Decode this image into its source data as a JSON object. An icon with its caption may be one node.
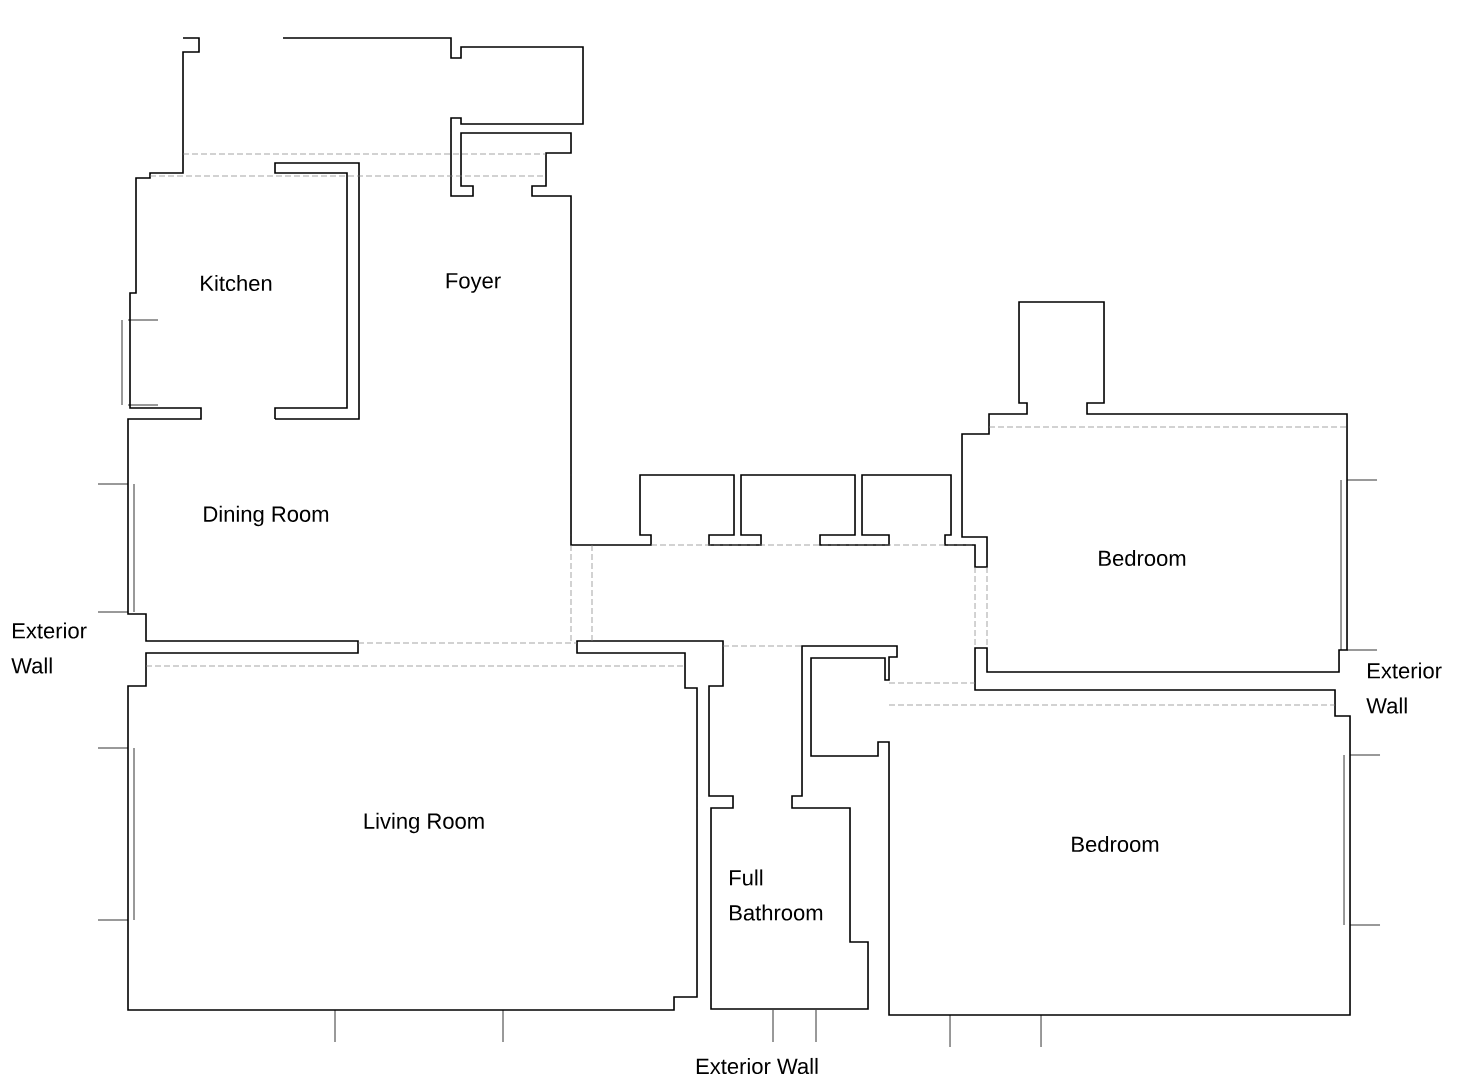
{
  "diagram": {
    "labels": [
      "Kitchen",
      "Foyer",
      "Dining Room",
      "Bedroom",
      "Exterior Wall",
      "Exterior Wall",
      "Living Room",
      "Bedroom",
      "Full Bathroom",
      "Exterior Wall"
    ]
  }
}
